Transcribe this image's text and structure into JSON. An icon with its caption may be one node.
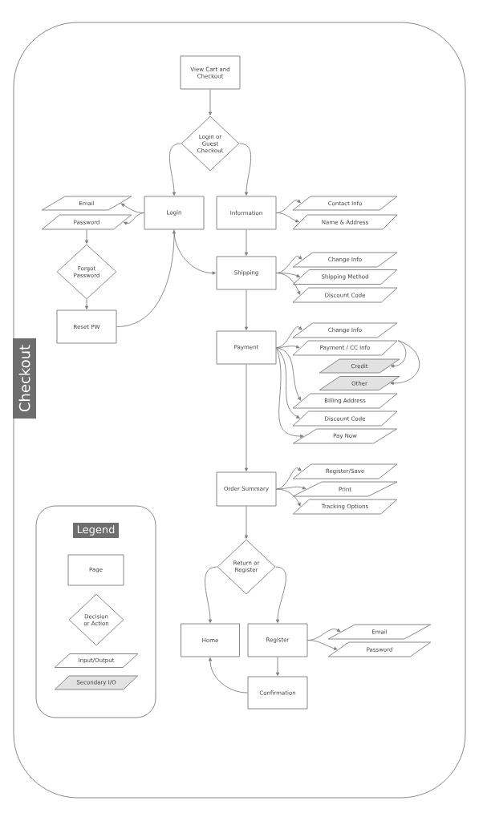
{
  "diagram": {
    "nodes": [
      {
        "text": [
          "Checkout"
        ]
      },
      {
        "text": [
          "View Cart and Checkout"
        ],
        "in": 0
      },
      {
        "text": [
          "Login or Guest Checkout"
        ],
        "in": 0
      },
      {
        "text": [
          "Email"
        ],
        "in": 0
      },
      {
        "text": [
          "Password"
        ],
        "in": 0
      },
      {
        "text": [
          "Login"
        ],
        "in": 0
      },
      {
        "text": [
          "Information"
        ],
        "in": 0
      },
      {
        "text": [
          "Contact Info"
        ],
        "in": 0
      },
      {
        "text": [
          "Name & Address"
        ],
        "in": 0
      },
      {
        "text": [
          "Forgot Password"
        ],
        "in": 0
      },
      {
        "text": [
          "Shipping"
        ],
        "in": 0
      },
      {
        "text": [
          "Change Info"
        ],
        "in": 0
      },
      {
        "text": [
          "Shipping Method"
        ],
        "in": 0
      },
      {
        "text": [
          "Discount Code"
        ],
        "in": 0
      },
      {
        "text": [
          "Reset PW"
        ],
        "in": 0
      },
      {
        "text": [
          "Payment"
        ],
        "in": 0
      },
      {
        "text": [
          "Change Info"
        ],
        "in": 0
      },
      {
        "text": [
          "Payment / CC Info"
        ],
        "in": 0
      },
      {
        "text": [
          "Credit"
        ],
        "in": 0
      },
      {
        "text": [
          "Other"
        ],
        "in": 0
      },
      {
        "text": [
          "Billing Address"
        ],
        "in": 0
      },
      {
        "text": [
          "Discount Code"
        ],
        "in": 0
      },
      {
        "text": [
          "Pay Now"
        ],
        "in": 0
      },
      {
        "text": [
          "Order Summary"
        ],
        "in": 0
      },
      {
        "text": [
          "Register/Save"
        ],
        "in": 0
      },
      {
        "text": [
          "Print"
        ],
        "in": 0
      },
      {
        "text": [
          "Tracking Options"
        ],
        "in": 0
      },
      {
        "text": [
          "Legend"
        ],
        "in": 0
      },
      {
        "text": [
          "Page"
        ],
        "in": 27
      },
      {
        "text": [
          "Decision or Action"
        ],
        "in": 27
      },
      {
        "text": [
          "Input/Output"
        ],
        "in": 27
      },
      {
        "text": [
          "Secondary I/O"
        ],
        "in": 27
      },
      {
        "text": [
          "Return or Register"
        ],
        "in": 0
      },
      {
        "text": [
          "Home"
        ],
        "in": 0
      },
      {
        "text": [
          "Register"
        ],
        "in": 0
      },
      {
        "text": [
          "Email"
        ],
        "in": 0
      },
      {
        "text": [
          "Password"
        ],
        "in": 0
      },
      {
        "text": [
          "Confirmation"
        ],
        "in": 0
      }
    ],
    "edges": [
      {
        "from": 1,
        "to": 2,
        "arrow": "to"
      },
      {
        "from": 2,
        "to": 5,
        "arrow": "to"
      },
      {
        "from": 2,
        "to": 6,
        "arrow": "to"
      },
      {
        "from": 5,
        "to": 3,
        "arrow": "to"
      },
      {
        "from": 5,
        "to": 4,
        "arrow": "to"
      },
      {
        "from": 6,
        "to": 7,
        "arrow": "to"
      },
      {
        "from": 6,
        "to": 8,
        "arrow": "to"
      },
      {
        "from": 6,
        "to": 10,
        "arrow": "to"
      },
      {
        "from": 4,
        "to": 9,
        "arrow": "to"
      },
      {
        "from": 9,
        "to": 14,
        "arrow": "to"
      },
      {
        "from": 14,
        "to": 5,
        "arrow": "to"
      },
      {
        "from": 5,
        "to": 10,
        "arrow": "to"
      },
      {
        "from": 10,
        "to": 11,
        "arrow": "to"
      },
      {
        "from": 10,
        "to": 12,
        "arrow": "to"
      },
      {
        "from": 10,
        "to": 13,
        "arrow": "to"
      },
      {
        "from": 10,
        "to": 15,
        "arrow": "to"
      },
      {
        "from": 15,
        "to": 16,
        "arrow": "to"
      },
      {
        "from": 15,
        "to": 17,
        "arrow": "to"
      },
      {
        "from": 17,
        "to": 18,
        "arrow": "to"
      },
      {
        "from": 17,
        "to": 19,
        "arrow": "to"
      },
      {
        "from": 15,
        "to": 20,
        "arrow": "to"
      },
      {
        "from": 15,
        "to": 21,
        "arrow": "to"
      },
      {
        "from": 15,
        "to": 22,
        "arrow": "to"
      },
      {
        "from": 15,
        "to": 23,
        "arrow": "to"
      },
      {
        "from": 23,
        "to": 24,
        "arrow": "to"
      },
      {
        "from": 23,
        "to": 25,
        "arrow": "to"
      },
      {
        "from": 23,
        "to": 26,
        "arrow": "to"
      },
      {
        "from": 23,
        "to": 32,
        "arrow": "to"
      },
      {
        "from": 32,
        "to": 33,
        "arrow": "to"
      },
      {
        "from": 32,
        "to": 34,
        "arrow": "to"
      },
      {
        "from": 34,
        "to": 35,
        "arrow": "to"
      },
      {
        "from": 34,
        "to": 36,
        "arrow": "to"
      },
      {
        "from": 34,
        "to": 37,
        "arrow": "to"
      },
      {
        "from": 37,
        "to": 33,
        "arrow": "to"
      }
    ]
  }
}
